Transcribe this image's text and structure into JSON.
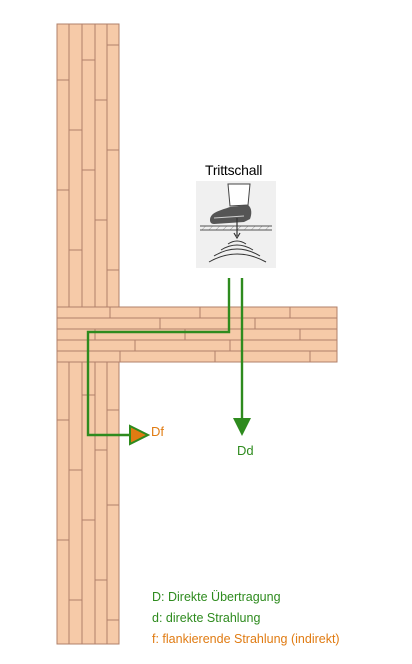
{
  "diagram": {
    "title": "Trittschall",
    "labels": {
      "df": "Df",
      "dd": "Dd"
    },
    "legend": [
      {
        "text": "D: Direkte Übertragung",
        "color": "#2e8b1e"
      },
      {
        "text": "d: direkte Strahlung",
        "color": "#2e8b1e"
      },
      {
        "text": "f: flankierende Strahlung (indirekt)",
        "color": "#e07b12"
      }
    ],
    "colors": {
      "wood_fill": "#f6caa8",
      "wood_line": "#b0806a",
      "path_green": "#2e8b1e",
      "path_orange": "#e07b12",
      "panel_bg": "#f0f0f0"
    },
    "icons": [
      "foot-impact-icon"
    ]
  }
}
